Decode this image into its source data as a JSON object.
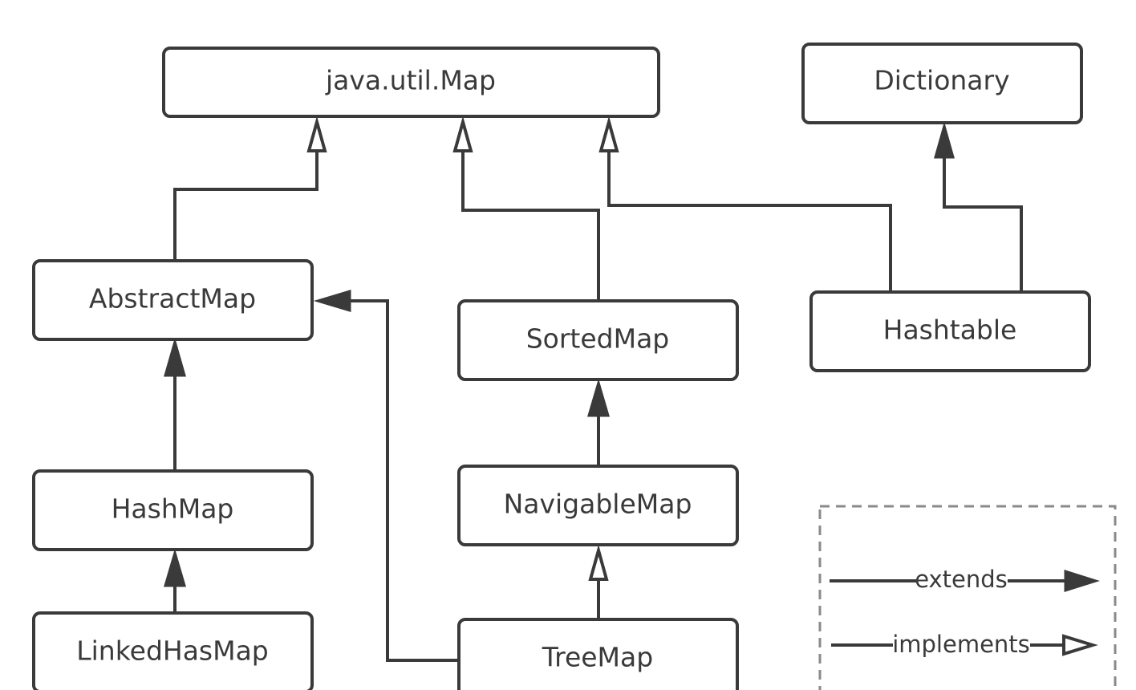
{
  "diagram": {
    "nodes": {
      "map": "java.util.Map",
      "dictionary": "Dictionary",
      "abstract_map": "AbstractMap",
      "sorted_map": "SortedMap",
      "hashtable": "Hashtable",
      "hash_map": "HashMap",
      "navigable_map": "NavigableMap",
      "linked_hash_map": "LinkedHasMap",
      "tree_map": "TreeMap"
    },
    "relations": [
      {
        "from": "AbstractMap",
        "to": "java.util.Map",
        "type": "implements"
      },
      {
        "from": "SortedMap",
        "to": "java.util.Map",
        "type": "implements"
      },
      {
        "from": "Hashtable",
        "to": "java.util.Map",
        "type": "implements"
      },
      {
        "from": "Hashtable",
        "to": "Dictionary",
        "type": "extends"
      },
      {
        "from": "HashMap",
        "to": "AbstractMap",
        "type": "extends"
      },
      {
        "from": "TreeMap",
        "to": "AbstractMap",
        "type": "extends"
      },
      {
        "from": "NavigableMap",
        "to": "SortedMap",
        "type": "extends"
      },
      {
        "from": "TreeMap",
        "to": "NavigableMap",
        "type": "implements"
      },
      {
        "from": "LinkedHasMap",
        "to": "HashMap",
        "type": "extends"
      }
    ],
    "legend": {
      "extends": "extends",
      "implements": "implements"
    },
    "colors": {
      "stroke": "#3a3a3a",
      "legend_border": "#8a8a8a",
      "background": "#ffffff"
    }
  }
}
